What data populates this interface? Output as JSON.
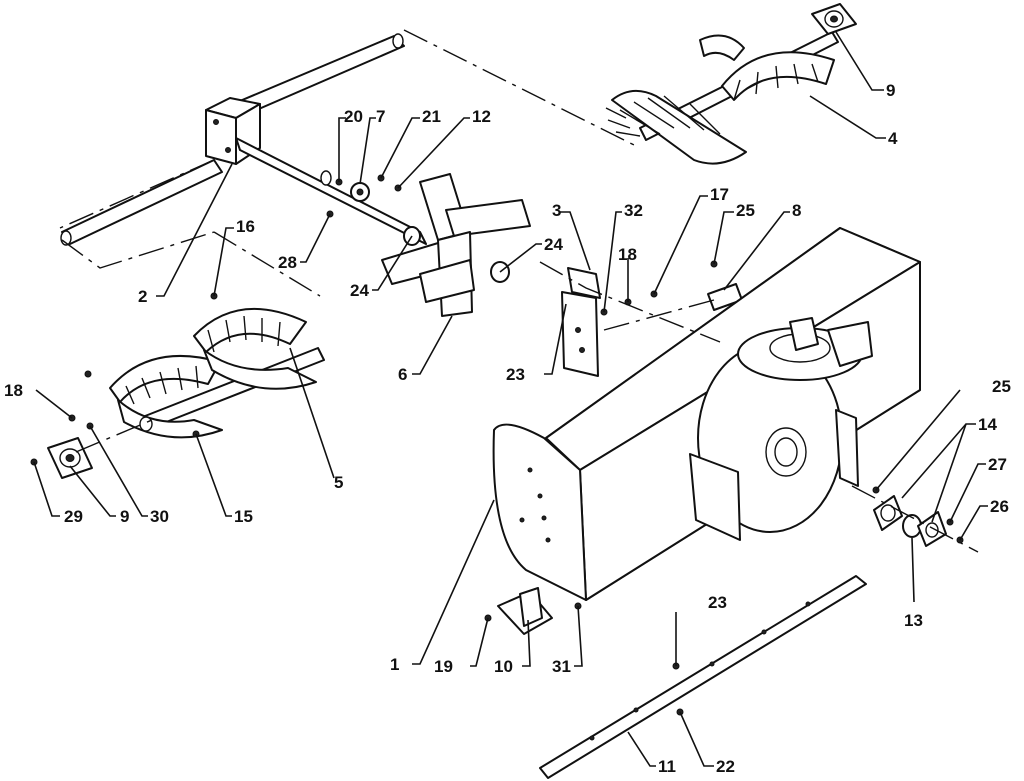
{
  "diagram": {
    "line_color": "#111111",
    "background": "#ffffff",
    "callouts": [
      {
        "key": "c9a",
        "text": "9"
      },
      {
        "key": "c4",
        "text": "4"
      },
      {
        "key": "c20",
        "text": "20"
      },
      {
        "key": "c7",
        "text": "7"
      },
      {
        "key": "c21",
        "text": "21"
      },
      {
        "key": "c12",
        "text": "12"
      },
      {
        "key": "c3",
        "text": "3"
      },
      {
        "key": "c32",
        "text": "32"
      },
      {
        "key": "c17",
        "text": "17"
      },
      {
        "key": "c25a",
        "text": "25"
      },
      {
        "key": "c8",
        "text": "8"
      },
      {
        "key": "c16",
        "text": "16"
      },
      {
        "key": "c28",
        "text": "28"
      },
      {
        "key": "c24a",
        "text": "24"
      },
      {
        "key": "c24b",
        "text": "24"
      },
      {
        "key": "c18a",
        "text": "18"
      },
      {
        "key": "c2",
        "text": "2"
      },
      {
        "key": "c6",
        "text": "6"
      },
      {
        "key": "c23a",
        "text": "23"
      },
      {
        "key": "c18b",
        "text": "18"
      },
      {
        "key": "c5",
        "text": "5"
      },
      {
        "key": "c25b",
        "text": "25"
      },
      {
        "key": "c14",
        "text": "14"
      },
      {
        "key": "c27",
        "text": "27"
      },
      {
        "key": "c26",
        "text": "26"
      },
      {
        "key": "c29",
        "text": "29"
      },
      {
        "key": "c9b",
        "text": "9"
      },
      {
        "key": "c30",
        "text": "30"
      },
      {
        "key": "c15",
        "text": "15"
      },
      {
        "key": "c13",
        "text": "13"
      },
      {
        "key": "c23b",
        "text": "23"
      },
      {
        "key": "c1",
        "text": "1"
      },
      {
        "key": "c19",
        "text": "19"
      },
      {
        "key": "c10",
        "text": "10"
      },
      {
        "key": "c31",
        "text": "31"
      },
      {
        "key": "c11",
        "text": "11"
      },
      {
        "key": "c22",
        "text": "22"
      }
    ]
  }
}
